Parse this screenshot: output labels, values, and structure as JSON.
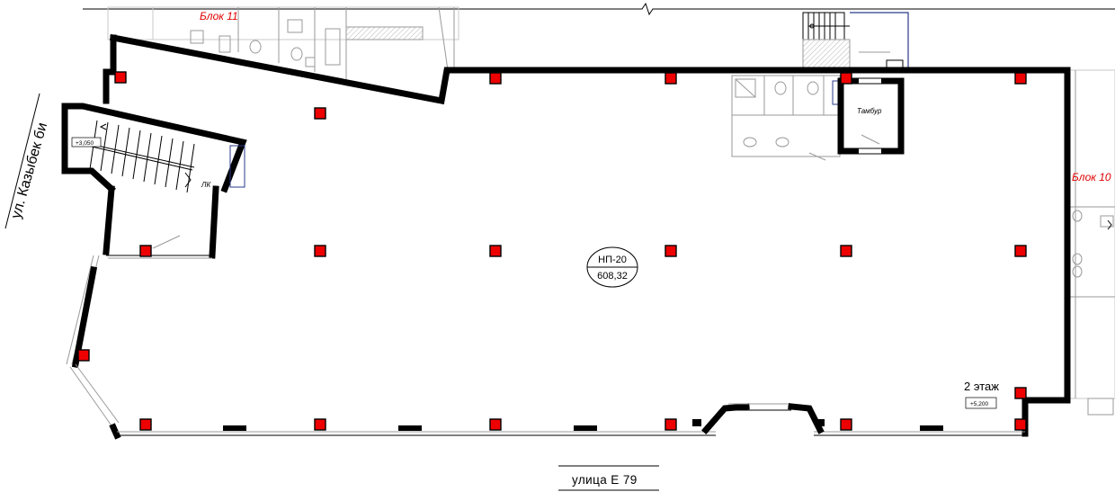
{
  "blocks": {
    "block11": "Блок 11",
    "block10": "Блок 10"
  },
  "streets": {
    "left": "ул. Казыбек би",
    "bottom": "улица Е 79"
  },
  "room": {
    "code": "НП-20",
    "area": "608,32"
  },
  "labels": {
    "vestibule": "Тамбур",
    "stair": "ЛК"
  },
  "floor": {
    "name": "2 этаж",
    "mark": "+5,200"
  },
  "stair_mark": "+3,050"
}
